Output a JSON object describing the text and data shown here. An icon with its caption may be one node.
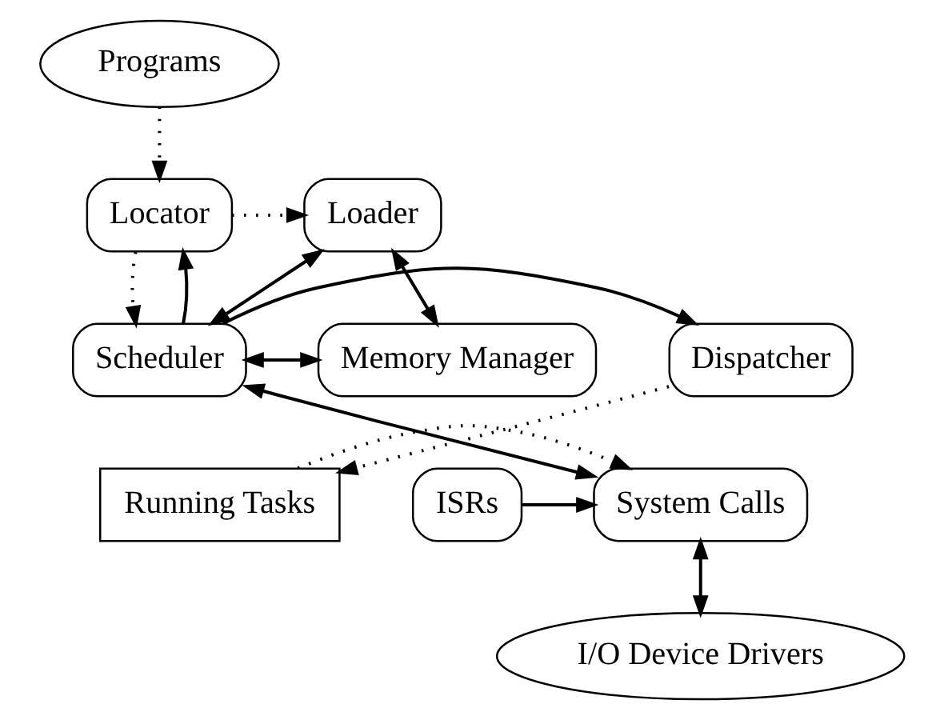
{
  "diagram": {
    "nodes": [
      {
        "text": [
          "Programs"
        ]
      },
      {
        "text": [
          "Locator"
        ]
      },
      {
        "text": [
          "Loader"
        ]
      },
      {
        "text": [
          "Dispatcher"
        ]
      },
      {
        "text": [
          "Scheduler"
        ]
      },
      {
        "text": [
          "Memory Manager"
        ]
      },
      {
        "text": [
          "Running Tasks"
        ]
      },
      {
        "text": [
          "System Calls"
        ]
      },
      {
        "text": [
          "ISRs"
        ]
      },
      {
        "text": [
          "I/O Device Drivers"
        ]
      }
    ],
    "edges": [
      {
        "from": 0,
        "to": 1,
        "arrow": "to",
        "style": "dashed"
      },
      {
        "from": 1,
        "to": 2,
        "arrow": "to",
        "style": "dashed"
      },
      {
        "from": 1,
        "to": 4,
        "arrow": "to",
        "style": "dashed"
      },
      {
        "from": 4,
        "to": 1,
        "arrow": "to"
      },
      {
        "from": 4,
        "to": 2,
        "arrow": "both"
      },
      {
        "from": 2,
        "to": 5,
        "arrow": "both"
      },
      {
        "from": 4,
        "to": 5,
        "arrow": "both"
      },
      {
        "from": 4,
        "to": 3,
        "arrow": "to"
      },
      {
        "from": 3,
        "to": 6,
        "arrow": "to",
        "style": "dashed"
      },
      {
        "from": 6,
        "to": 7,
        "arrow": "to",
        "style": "dashed"
      },
      {
        "from": 4,
        "to": 7,
        "arrow": "both"
      },
      {
        "from": 8,
        "to": 7,
        "arrow": "to"
      },
      {
        "from": 7,
        "to": 9,
        "arrow": "both"
      }
    ]
  }
}
